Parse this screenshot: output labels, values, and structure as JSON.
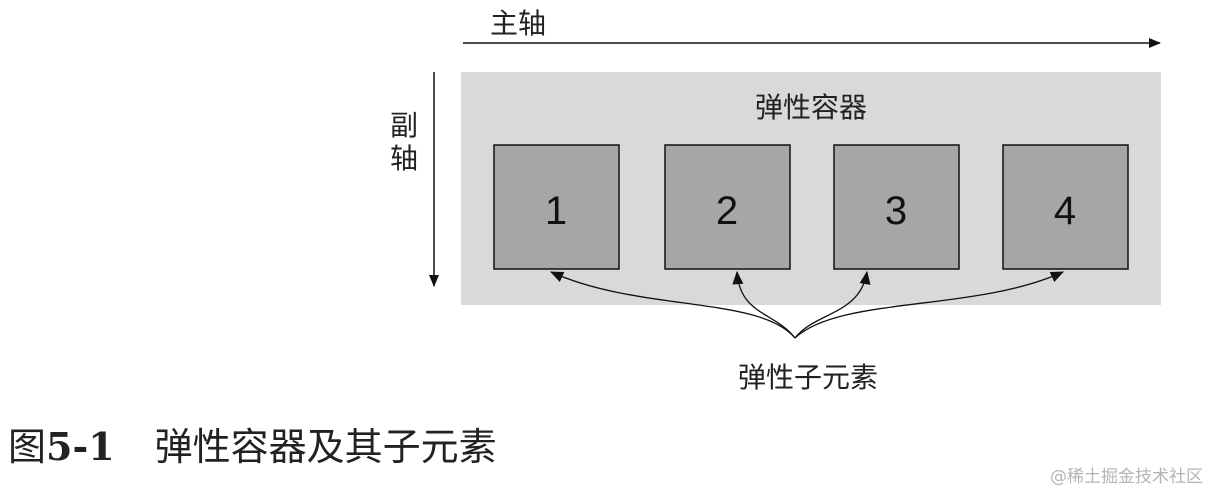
{
  "labels": {
    "main_axis": "主轴",
    "cross_axis_line1": "副",
    "cross_axis_line2": "轴",
    "container": "弹性容器",
    "flex_items": "弹性子元素"
  },
  "items": [
    "1",
    "2",
    "3",
    "4"
  ],
  "caption": {
    "prefix": "图",
    "number": "5-1",
    "text": "弹性容器及其子元素"
  },
  "watermark": "@稀土掘金技术社区",
  "colors": {
    "container_fill": "#d9d9d9",
    "item_fill": "#a6a6a6",
    "stroke": "#111111"
  }
}
